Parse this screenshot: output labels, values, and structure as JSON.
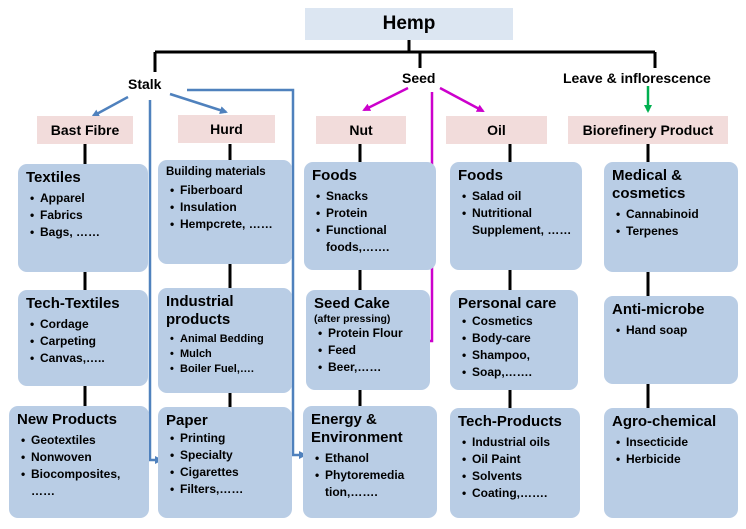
{
  "title": "Hemp",
  "branches": {
    "stalk": "Stalk",
    "seed": "Seed",
    "leaf": "Leave & inflorescence"
  },
  "categories": {
    "bast": "Bast Fibre",
    "hurd": "Hurd",
    "nut": "Nut",
    "oil": "Oil",
    "bio": "Biorefinery Product"
  },
  "colors": {
    "title_bg": "#dce6f2",
    "category_bg": "#f2dcdb",
    "card_bg": "#b9cde5",
    "stalk_arrow": "#4f81bd",
    "seed_arrow": "#cc00cc",
    "leaf_arrow": "#00b050"
  },
  "cards": {
    "bast_1": {
      "title": "Textiles",
      "items": [
        "Apparel",
        "Fabrics",
        "Bags, ……"
      ]
    },
    "bast_2": {
      "title": "Tech-Textiles",
      "items": [
        "Cordage",
        "Carpeting",
        "Canvas,….."
      ]
    },
    "bast_3": {
      "title": "New Products",
      "items": [
        "Geotextiles",
        "Nonwoven",
        "Biocomposites, ……"
      ]
    },
    "hurd_1": {
      "title": "Building materials",
      "items": [
        "Fiberboard",
        "Insulation",
        "Hempcrete, ……"
      ]
    },
    "hurd_2": {
      "title": "Industrial products",
      "items": [
        "Animal Bedding",
        "Mulch",
        "Boiler Fuel,…."
      ]
    },
    "hurd_3": {
      "title": "Paper",
      "items": [
        "Printing",
        "Specialty",
        "Cigarettes",
        "Filters,……"
      ]
    },
    "nut_1": {
      "title": "Foods",
      "items": [
        "Snacks",
        "Protein",
        "Functional foods,……."
      ]
    },
    "nut_2": {
      "title": "Seed Cake",
      "subtitle": "(after pressing)",
      "items": [
        "Protein Flour",
        "Feed",
        "Beer,……"
      ]
    },
    "nut_3": {
      "title": "Energy & Environment",
      "items": [
        "Ethanol",
        "Phytoremedia tion,……."
      ]
    },
    "oil_1": {
      "title": "Foods",
      "items": [
        "Salad oil",
        "Nutritional Supplement, ……"
      ]
    },
    "oil_2": {
      "title": "Personal care",
      "items": [
        "Cosmetics",
        "Body-care",
        "Shampoo,",
        "Soap,……."
      ]
    },
    "oil_3": {
      "title": "Tech-Products",
      "items": [
        "Industrial oils",
        "Oil Paint",
        "Solvents",
        "Coating,……."
      ]
    },
    "bio_1": {
      "title": "Medical & cosmetics",
      "items": [
        "Cannabinoid",
        "Terpenes"
      ]
    },
    "bio_2": {
      "title": "Anti-microbe",
      "items": [
        "Hand soap"
      ]
    },
    "bio_3": {
      "title": "Agro-chemical",
      "items": [
        "Insecticide",
        "Herbicide"
      ]
    }
  }
}
